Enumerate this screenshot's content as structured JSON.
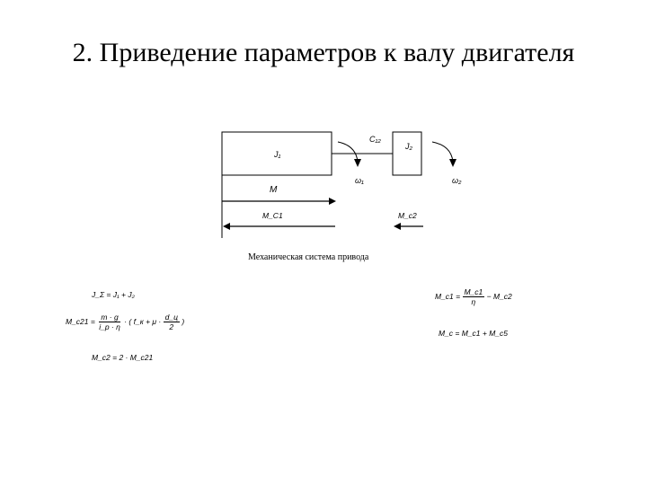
{
  "title": "2. Приведение параметров к валу двигателя",
  "diagram": {
    "labels": {
      "J1": "J₁",
      "J2": "J₂",
      "C12": "C₁₂",
      "omega1": "ω₁",
      "omega2": "ω₂",
      "M": "M",
      "MC1": "M_C1",
      "Mc2": "M_c2"
    },
    "caption": "Механическая система привода"
  },
  "formulas": {
    "left": {
      "jsum": "J_Σ = J₁ + J₂",
      "mc21_lhs": "M_c21 =",
      "mc21_num": "m · g",
      "mc21_den": "i_p · η",
      "mc21_mid": "· ( f_к + μ ·",
      "mc21_frac_num": "d_ц",
      "mc21_frac_den": "2",
      "mc21_close": ")",
      "mc2": "M_c2 = 2 · M_c21"
    },
    "right": {
      "mc1_lhs": "M_c1 =",
      "mc1_num": "M_c1",
      "mc1_den": "η",
      "mc1_rest": "− M_c2",
      "mc": "M_c = M_c1 + M_c5"
    }
  }
}
